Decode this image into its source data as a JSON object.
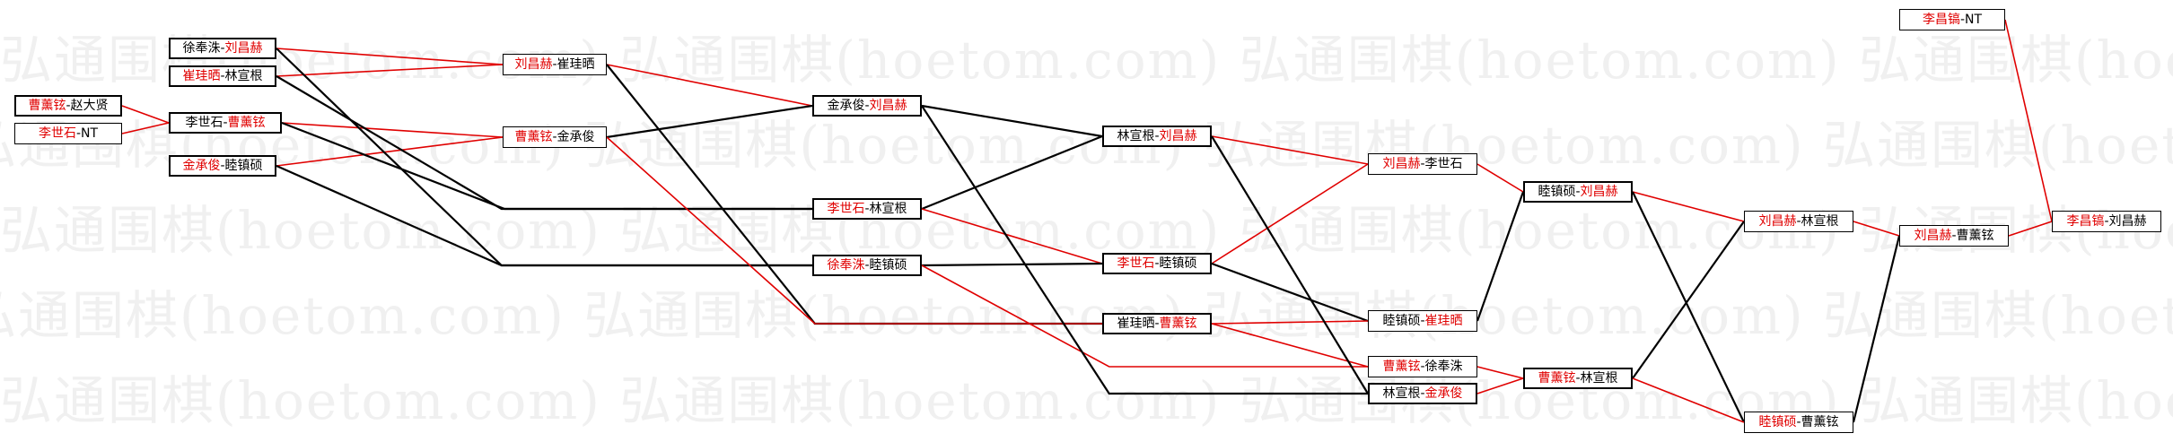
{
  "watermark": "弘通围棋(hoetom.com) 弘通围棋(hoetom.com) 弘通围棋(hoetom.com) 弘通围棋(hoetom.com)",
  "colors": {
    "winner": "#e00000",
    "loser": "#000000",
    "line_red": "#e00000",
    "line_black": "#000000"
  },
  "nodes": [
    {
      "id": "r1a",
      "thick": true,
      "left": {
        "name": "曹薰铉",
        "win": true
      },
      "right": {
        "name": "赵大贤",
        "win": false
      }
    },
    {
      "id": "r1b",
      "thick": false,
      "left": {
        "name": "李世石",
        "win": true
      },
      "right": {
        "name": "NT",
        "win": false
      }
    },
    {
      "id": "r2a",
      "thick": true,
      "left": {
        "name": "徐奉洙",
        "win": false
      },
      "right": {
        "name": "刘昌赫",
        "win": true
      }
    },
    {
      "id": "r2b",
      "thick": true,
      "left": {
        "name": "崔珪晒",
        "win": true
      },
      "right": {
        "name": "林宣根",
        "win": false
      }
    },
    {
      "id": "r2c",
      "thick": true,
      "left": {
        "name": "李世石",
        "win": false
      },
      "right": {
        "name": "曹薰铉",
        "win": true
      }
    },
    {
      "id": "r2d",
      "thick": true,
      "left": {
        "name": "金承俊",
        "win": true
      },
      "right": {
        "name": "睦镇硕",
        "win": false
      }
    },
    {
      "id": "r3a",
      "thick": false,
      "left": {
        "name": "刘昌赫",
        "win": true
      },
      "right": {
        "name": "崔珪晒",
        "win": false
      }
    },
    {
      "id": "r3b",
      "thick": false,
      "left": {
        "name": "曹薰铉",
        "win": true
      },
      "right": {
        "name": "金承俊",
        "win": false
      }
    },
    {
      "id": "r4a",
      "thick": true,
      "left": {
        "name": "金承俊",
        "win": false
      },
      "right": {
        "name": "刘昌赫",
        "win": true
      }
    },
    {
      "id": "r4b",
      "thick": true,
      "left": {
        "name": "李世石",
        "win": true
      },
      "right": {
        "name": "林宣根",
        "win": false
      }
    },
    {
      "id": "r4c",
      "thick": true,
      "left": {
        "name": "徐奉洙",
        "win": true
      },
      "right": {
        "name": "睦镇硕",
        "win": false
      }
    },
    {
      "id": "r5a",
      "thick": true,
      "left": {
        "name": "林宣根",
        "win": false
      },
      "right": {
        "name": "刘昌赫",
        "win": true
      }
    },
    {
      "id": "r5b",
      "thick": true,
      "left": {
        "name": "李世石",
        "win": true
      },
      "right": {
        "name": "睦镇硕",
        "win": false
      }
    },
    {
      "id": "r5c",
      "thick": true,
      "left": {
        "name": "崔珪晒",
        "win": false
      },
      "right": {
        "name": "曹薰铉",
        "win": true
      }
    },
    {
      "id": "r6a",
      "thick": false,
      "left": {
        "name": "刘昌赫",
        "win": true
      },
      "right": {
        "name": "李世石",
        "win": false
      }
    },
    {
      "id": "r6b",
      "thick": false,
      "left": {
        "name": "睦镇硕",
        "win": false
      },
      "right": {
        "name": "崔珪晒",
        "win": true
      }
    },
    {
      "id": "r6c",
      "thick": false,
      "left": {
        "name": "曹薰铉",
        "win": true
      },
      "right": {
        "name": "徐奉洙",
        "win": false
      }
    },
    {
      "id": "r6d",
      "thick": true,
      "left": {
        "name": "林宣根",
        "win": false
      },
      "right": {
        "name": "金承俊",
        "win": true
      }
    },
    {
      "id": "r7a",
      "thick": true,
      "left": {
        "name": "睦镇硕",
        "win": false
      },
      "right": {
        "name": "刘昌赫",
        "win": true
      }
    },
    {
      "id": "r7b",
      "thick": true,
      "left": {
        "name": "曹薰铉",
        "win": true
      },
      "right": {
        "name": "林宣根",
        "win": false
      }
    },
    {
      "id": "r8a",
      "thick": false,
      "left": {
        "name": "刘昌赫",
        "win": true
      },
      "right": {
        "name": "林宣根",
        "win": false
      }
    },
    {
      "id": "r8b",
      "thick": false,
      "left": {
        "name": "睦镇硕",
        "win": true
      },
      "right": {
        "name": "曹薰铉",
        "win": false
      }
    },
    {
      "id": "r9",
      "thick": false,
      "left": {
        "name": "刘昌赫",
        "win": true
      },
      "right": {
        "name": "曹薰铉",
        "win": false
      }
    },
    {
      "id": "r10a",
      "thick": false,
      "left": {
        "name": "李昌镐",
        "win": true
      },
      "right": {
        "name": "NT",
        "win": false
      }
    },
    {
      "id": "r10b",
      "thick": false,
      "left": {
        "name": "李昌镐",
        "win": true
      },
      "right": {
        "name": "刘昌赫",
        "win": false
      }
    }
  ],
  "edges": [
    {
      "from": "r1a",
      "to": "r2c",
      "color": "red"
    },
    {
      "from": "r1b",
      "to": "r2c",
      "color": "red"
    },
    {
      "from": "r2a",
      "to": "r3a",
      "color": "red"
    },
    {
      "from": "r2b",
      "to": "r3a",
      "color": "red"
    },
    {
      "from": "r2c",
      "to": "r3b",
      "color": "red"
    },
    {
      "from": "r2d",
      "to": "r3b",
      "color": "red"
    },
    {
      "from": "r3a",
      "to": "r4a",
      "color": "red"
    },
    {
      "from": "r3b",
      "to": "r4a",
      "color": "black"
    },
    {
      "from": "r2c",
      "to": "r4b",
      "color": "black"
    },
    {
      "from": "r2b",
      "to": "r4b",
      "color": "black"
    },
    {
      "from": "r2a",
      "to": "r4c",
      "color": "black"
    },
    {
      "from": "r2d",
      "to": "r4c",
      "color": "black"
    },
    {
      "from": "r4a",
      "to": "r5a",
      "color": "black"
    },
    {
      "from": "r4b",
      "to": "r5a",
      "color": "black"
    },
    {
      "from": "r4b",
      "to": "r5b",
      "color": "red"
    },
    {
      "from": "r4c",
      "to": "r5b",
      "color": "black"
    },
    {
      "from": "r3a",
      "to": "r5c",
      "color": "black"
    },
    {
      "from": "r3b",
      "to": "r5c",
      "color": "red"
    },
    {
      "from": "r5a",
      "to": "r6a",
      "color": "red"
    },
    {
      "from": "r5b",
      "to": "r6a",
      "color": "red"
    },
    {
      "from": "r5b",
      "to": "r6b",
      "color": "black"
    },
    {
      "from": "r5c",
      "to": "r6b",
      "color": "red"
    },
    {
      "from": "r5c",
      "to": "r6c",
      "color": "red"
    },
    {
      "from": "r4c",
      "to": "r6c",
      "color": "red"
    },
    {
      "from": "r5a",
      "to": "r6d",
      "color": "black"
    },
    {
      "from": "r4a",
      "to": "r6d",
      "color": "black"
    },
    {
      "from": "r6a",
      "to": "r7a",
      "color": "red"
    },
    {
      "from": "r6b",
      "to": "r7a",
      "color": "black"
    },
    {
      "from": "r6c",
      "to": "r7b",
      "color": "red"
    },
    {
      "from": "r6d",
      "to": "r7b",
      "color": "red"
    },
    {
      "from": "r7a",
      "to": "r8a",
      "color": "red"
    },
    {
      "from": "r7b",
      "to": "r8a",
      "color": "black"
    },
    {
      "from": "r7a",
      "to": "r8b",
      "color": "black"
    },
    {
      "from": "r7b",
      "to": "r8b",
      "color": "red"
    },
    {
      "from": "r8a",
      "to": "r9",
      "color": "red"
    },
    {
      "from": "r8b",
      "to": "r9",
      "color": "black"
    },
    {
      "from": "r9",
      "to": "r10b",
      "color": "red"
    },
    {
      "from": "r10a",
      "to": "r10b",
      "color": "red"
    }
  ]
}
